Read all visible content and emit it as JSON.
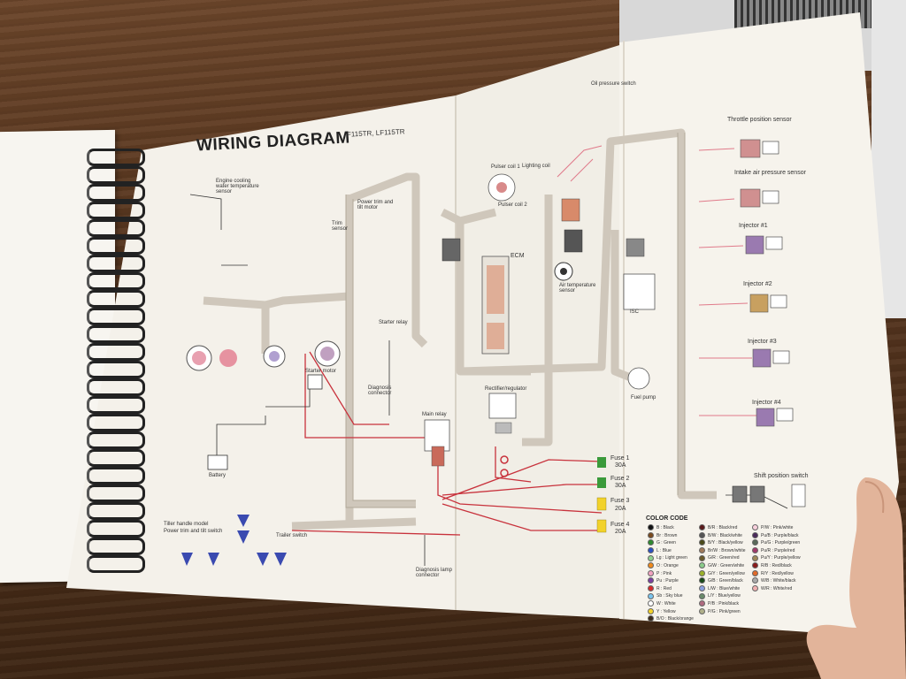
{
  "diagram": {
    "title": "WIRING DIAGRAM",
    "models": "F115TR, LF115TR",
    "components": [
      {
        "id": "oil_pressure",
        "label": "Oil pressure switch"
      },
      {
        "id": "throttle",
        "label": "Throttle position sensor"
      },
      {
        "id": "intake_air",
        "label": "Intake air pressure sensor"
      },
      {
        "id": "inj1",
        "label": "Injector #1"
      },
      {
        "id": "inj2",
        "label": "Injector #2"
      },
      {
        "id": "inj3",
        "label": "Injector #3"
      },
      {
        "id": "inj4",
        "label": "Injector #4"
      },
      {
        "id": "shift",
        "label": "Shift position switch"
      },
      {
        "id": "pulser1",
        "label": "Pulser coil 1"
      },
      {
        "id": "lighting",
        "label": "Lighting coil"
      },
      {
        "id": "pulser2",
        "label": "Pulser coil 2"
      },
      {
        "id": "ecm",
        "label": "ECM"
      },
      {
        "id": "airtemp",
        "label": "Air temperature sensor"
      },
      {
        "id": "isc",
        "label": "ISC"
      },
      {
        "id": "fuelpump",
        "label": "Fuel pump"
      },
      {
        "id": "rectifier",
        "label": "Rectifier/regulator"
      },
      {
        "id": "mainrelay",
        "label": "Main relay"
      },
      {
        "id": "fuse1",
        "label": "Fuse 1",
        "value": "30A"
      },
      {
        "id": "fuse2",
        "label": "Fuse 2",
        "value": "30A"
      },
      {
        "id": "fuse3",
        "label": "Fuse 3",
        "value": "20A"
      },
      {
        "id": "fuse4",
        "label": "Fuse 4",
        "value": "20A"
      },
      {
        "id": "starter_relay",
        "label": "Starter relay"
      },
      {
        "id": "starter_motor",
        "label": "Starter motor"
      },
      {
        "id": "diag_conn",
        "label": "Diagnosis connector"
      },
      {
        "id": "diag_lamp",
        "label": "Diagnosis lamp connector"
      },
      {
        "id": "battery",
        "label": "Battery"
      },
      {
        "id": "tiller",
        "label": "Tiller handle model"
      },
      {
        "id": "ptt_switch",
        "label": "Power trim and tilt switch"
      },
      {
        "id": "ptt",
        "label": "Power trim and tilt motor"
      },
      {
        "id": "trailer",
        "label": "Trailer switch"
      },
      {
        "id": "engine_temp",
        "label": "Engine cooling water temperature sensor"
      },
      {
        "id": "trim_sensor",
        "label": "Trim sensor"
      }
    ],
    "color_code_title": "COLOR CODE",
    "color_code": [
      {
        "code": "B",
        "name": "Black",
        "hex": "#111111"
      },
      {
        "code": "Br",
        "name": "Brown",
        "hex": "#7a4a1e"
      },
      {
        "code": "G",
        "name": "Green",
        "hex": "#2f8a2f"
      },
      {
        "code": "L",
        "name": "Blue",
        "hex": "#2b4fc2"
      },
      {
        "code": "Lg",
        "name": "Light green",
        "hex": "#8fd18f"
      },
      {
        "code": "O",
        "name": "Orange",
        "hex": "#f08a1c"
      },
      {
        "code": "P",
        "name": "Pink",
        "hex": "#f2a3c0"
      },
      {
        "code": "Pu",
        "name": "Purple",
        "hex": "#7a3fa0"
      },
      {
        "code": "R",
        "name": "Red",
        "hex": "#d62a2a"
      },
      {
        "code": "Sb",
        "name": "Sky blue",
        "hex": "#7ac4ee"
      },
      {
        "code": "W",
        "name": "White",
        "hex": "#ffffff"
      },
      {
        "code": "Y",
        "name": "Yellow",
        "hex": "#f2d22a"
      },
      {
        "code": "B/O",
        "name": "Black/orange",
        "hex": "#3a2a1a"
      },
      {
        "code": "B/R",
        "name": "Black/red",
        "hex": "#5a1a1a"
      },
      {
        "code": "B/W",
        "name": "Black/white",
        "hex": "#555555"
      },
      {
        "code": "B/Y",
        "name": "Black/yellow",
        "hex": "#4a4a1a"
      },
      {
        "code": "Br/W",
        "name": "Brown/white",
        "hex": "#a07a5a"
      },
      {
        "code": "G/R",
        "name": "Green/red",
        "hex": "#6a5a2a"
      },
      {
        "code": "G/W",
        "name": "Green/white",
        "hex": "#8acc8a"
      },
      {
        "code": "G/Y",
        "name": "Green/yellow",
        "hex": "#9ab02a"
      },
      {
        "code": "G/B",
        "name": "Green/black",
        "hex": "#1a4a1a"
      },
      {
        "code": "L/W",
        "name": "Blue/white",
        "hex": "#8aa0e0"
      },
      {
        "code": "L/Y",
        "name": "Blue/yellow",
        "hex": "#6a8a6a"
      },
      {
        "code": "P/B",
        "name": "Pink/black",
        "hex": "#b06a80"
      },
      {
        "code": "P/G",
        "name": "Pink/green",
        "hex": "#b0b08a"
      },
      {
        "code": "P/W",
        "name": "Pink/white",
        "hex": "#f8d0dc"
      },
      {
        "code": "Pu/B",
        "name": "Purple/black",
        "hex": "#4a2a5a"
      },
      {
        "code": "Pu/G",
        "name": "Purple/green",
        "hex": "#5a6a5a"
      },
      {
        "code": "Pu/R",
        "name": "Purple/red",
        "hex": "#a03a6a"
      },
      {
        "code": "Pu/Y",
        "name": "Purple/yellow",
        "hex": "#a08a5a"
      },
      {
        "code": "R/B",
        "name": "Red/black",
        "hex": "#8a1a1a"
      },
      {
        "code": "R/Y",
        "name": "Red/yellow",
        "hex": "#e06a2a"
      },
      {
        "code": "W/B",
        "name": "White/black",
        "hex": "#aaaaaa"
      },
      {
        "code": "W/R",
        "name": "White/red",
        "hex": "#f0b0b0"
      }
    ]
  },
  "colors": {
    "paper": "#f4f1ea",
    "harness": "#d9d2c8",
    "harness_edge": "#b7ada0",
    "wire_red": "#c8323c",
    "wire_pink": "#e07a8a",
    "fuse_green": "#3a9a3a",
    "fuse_yellow": "#f2d22a"
  }
}
